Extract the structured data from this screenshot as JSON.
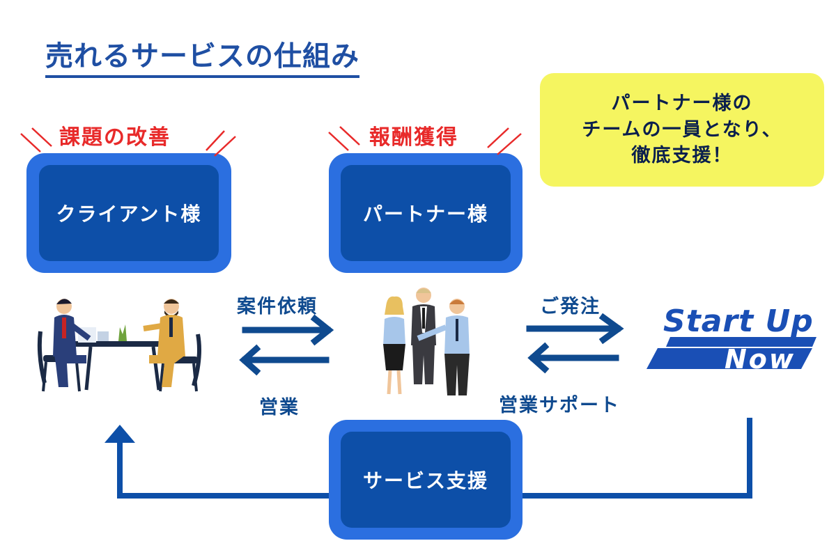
{
  "title": "売れるサービスの仕組み",
  "callout": {
    "text": "パートナー様の\nチームの一員となり、\n徹底支援！"
  },
  "boxes": {
    "client": "クライアント様",
    "partner": "パートナー様",
    "service": "サービス支援"
  },
  "highlights": {
    "client": "課題の改善",
    "partner": "報酬獲得"
  },
  "flows": {
    "case_request": "案件依頼",
    "sales": "営業",
    "order": "ご発注",
    "sales_support": "営業サポート"
  },
  "logo": {
    "line1": "Start Up",
    "line2": "Now"
  },
  "colors": {
    "primary_blue": "#0d4fa8",
    "box_border_blue": "#2b6fe0",
    "title_blue": "#1f4fa3",
    "accent_red": "#e82a2a",
    "callout_yellow": "#f5f560"
  },
  "icons": [
    "meeting-illustration",
    "business-team-illustration"
  ]
}
